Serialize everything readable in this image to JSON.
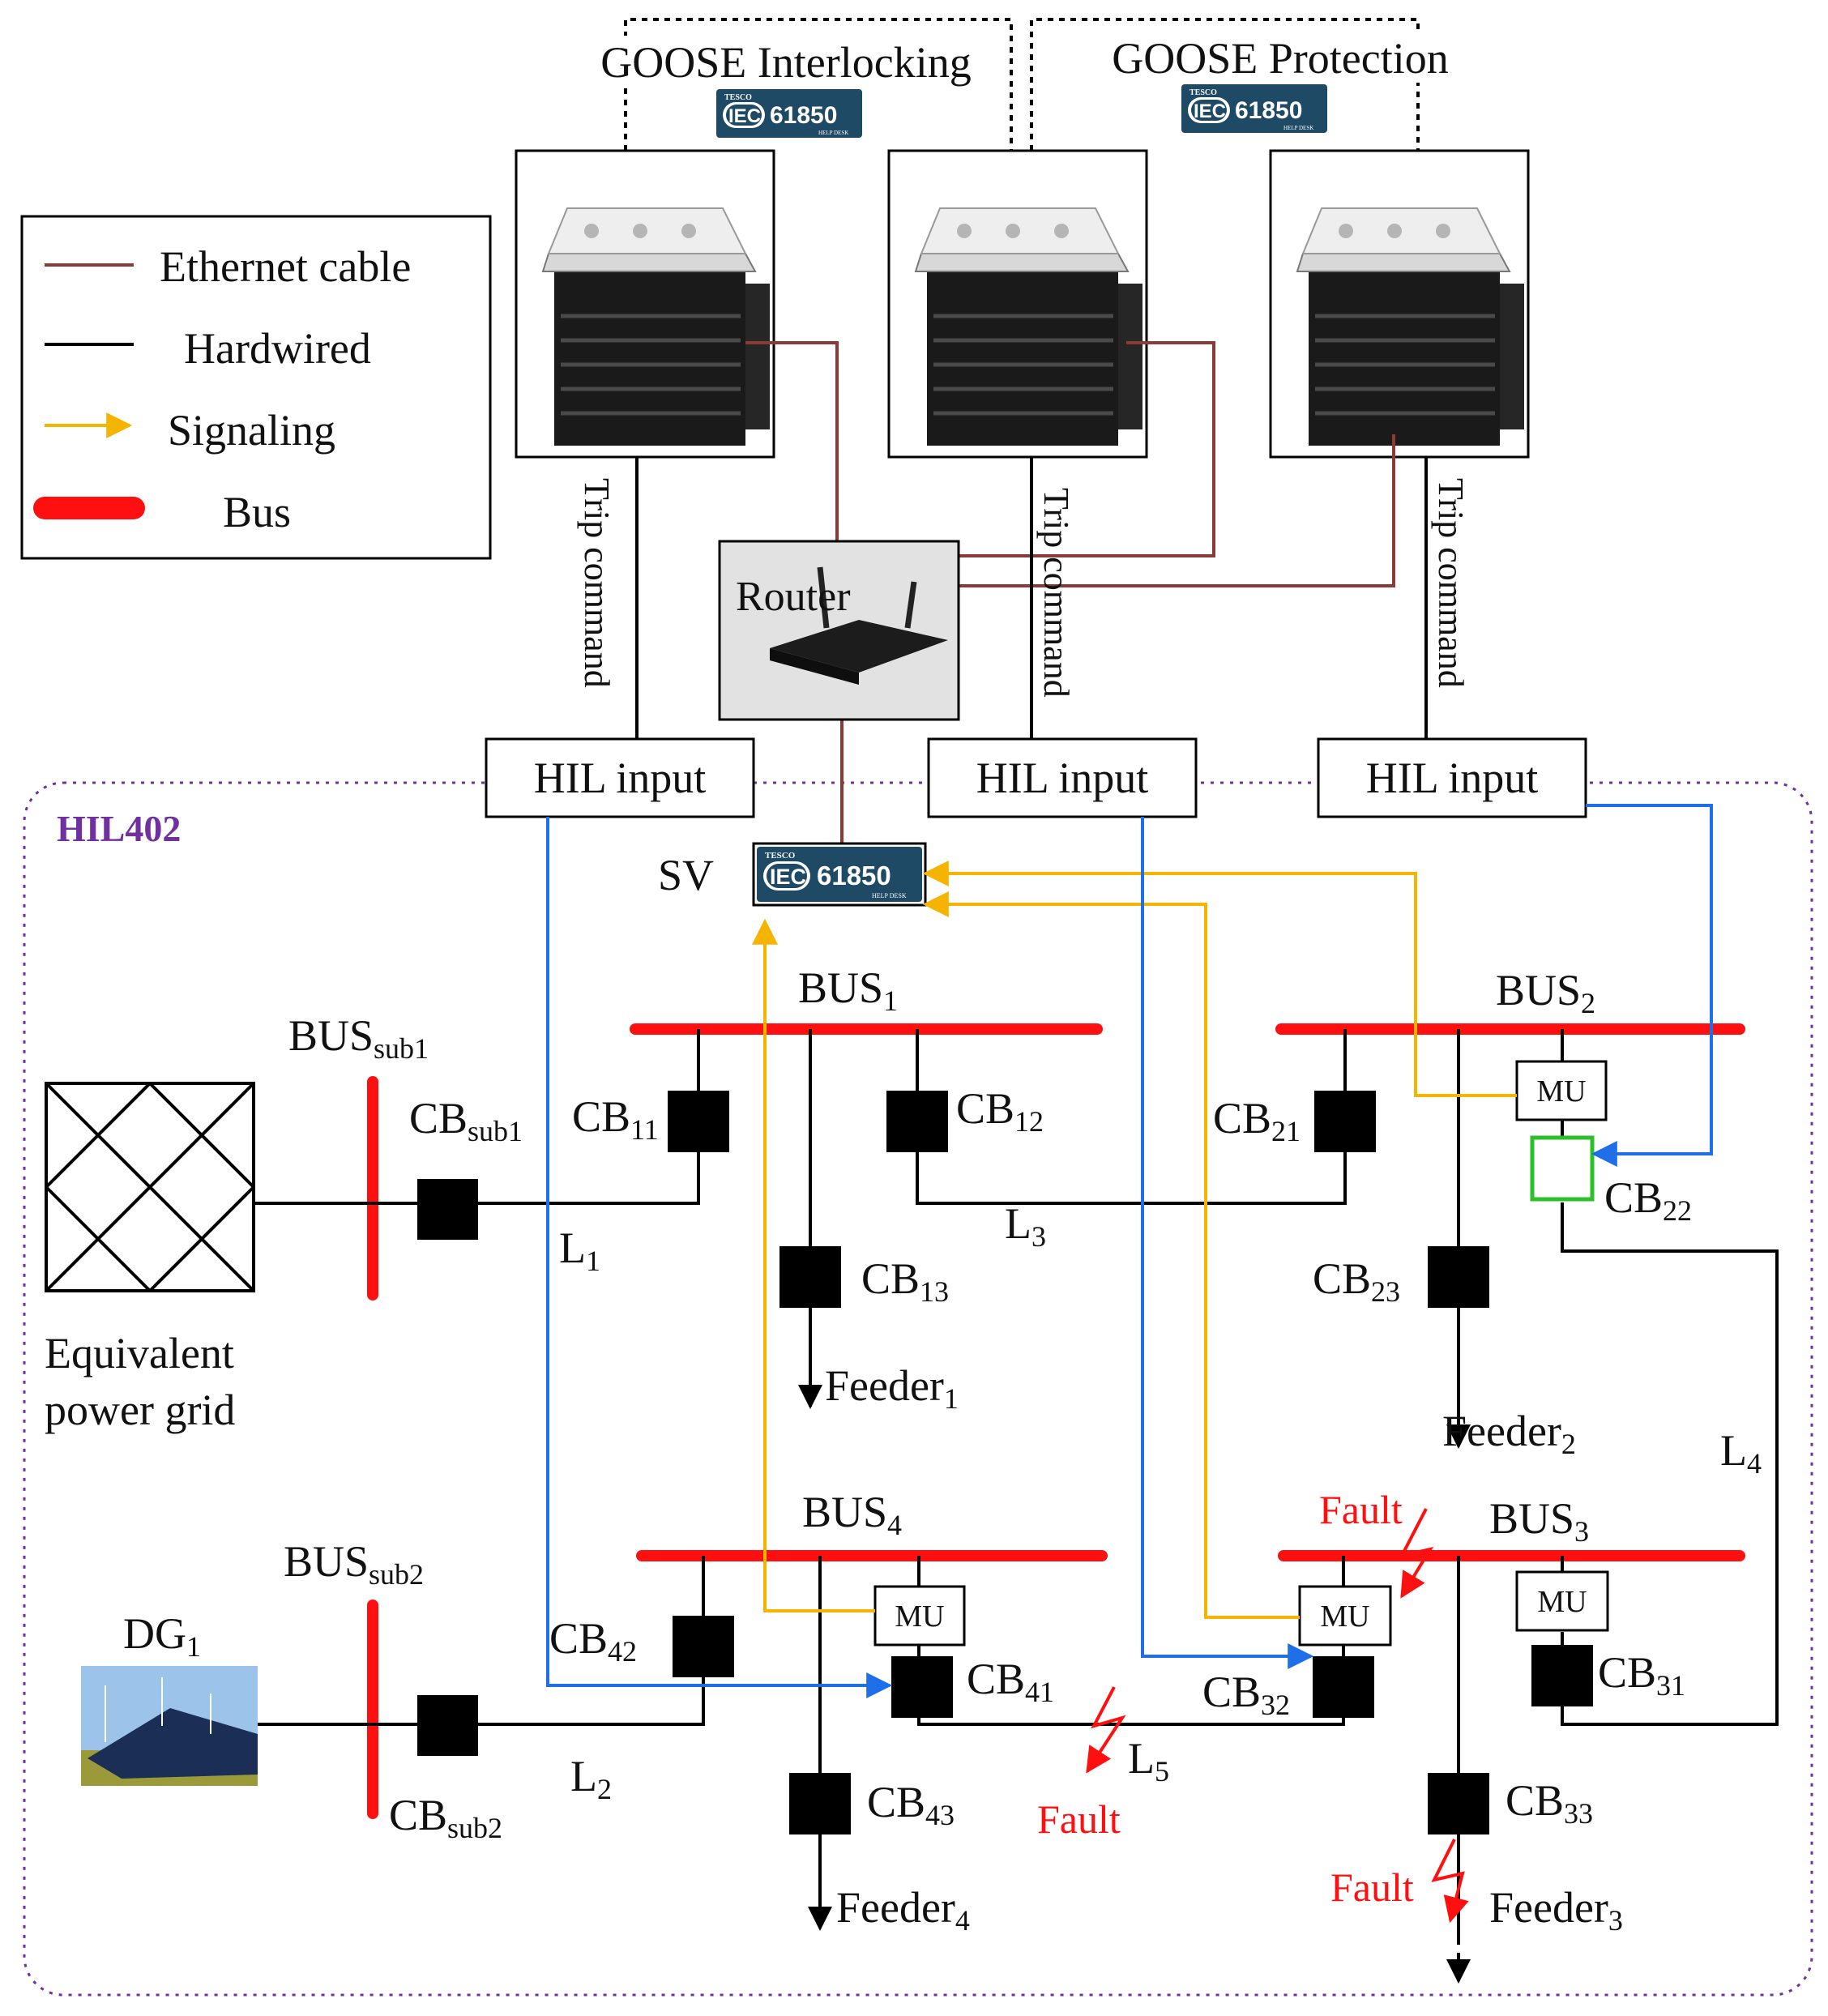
{
  "goose": {
    "interlocking": "GOOSE Interlocking",
    "protection": "GOOSE Protection",
    "badge_small": "TESCO",
    "badge_iec": "IEC",
    "badge_number": "61850",
    "badge_sub": "HELP DESK"
  },
  "legend": {
    "ethernet": "Ethernet cable",
    "hardwired": "Hardwired",
    "signaling": "Signaling",
    "bus": "Bus"
  },
  "trip_command": "Trip command",
  "router": "Router",
  "hil_input": "HIL input",
  "hil_box": "HIL402",
  "sv": "SV",
  "mu": "MU",
  "fault": "Fault",
  "grid": {
    "line1": "Equivalent",
    "line2": "power grid"
  },
  "dg": {
    "base": "DG",
    "sub": "1"
  },
  "buses": {
    "bus1": {
      "base": "BUS",
      "sub": "1"
    },
    "bus2": {
      "base": "BUS",
      "sub": "2"
    },
    "bus3": {
      "base": "BUS",
      "sub": "3"
    },
    "bus4": {
      "base": "BUS",
      "sub": "4"
    },
    "sub1": {
      "base": "BUS",
      "sub": "sub1"
    },
    "sub2": {
      "base": "BUS",
      "sub": "sub2"
    }
  },
  "breakers": {
    "sub1": {
      "base": "CB",
      "sub": "sub1"
    },
    "sub2": {
      "base": "CB",
      "sub": "sub2"
    },
    "cb11": {
      "base": "CB",
      "sub": "11"
    },
    "cb12": {
      "base": "CB",
      "sub": "12"
    },
    "cb13": {
      "base": "CB",
      "sub": "13"
    },
    "cb21": {
      "base": "CB",
      "sub": "21"
    },
    "cb22": {
      "base": "CB",
      "sub": "22"
    },
    "cb23": {
      "base": "CB",
      "sub": "23"
    },
    "cb31": {
      "base": "CB",
      "sub": "31"
    },
    "cb32": {
      "base": "CB",
      "sub": "32"
    },
    "cb33": {
      "base": "CB",
      "sub": "33"
    },
    "cb41": {
      "base": "CB",
      "sub": "41"
    },
    "cb42": {
      "base": "CB",
      "sub": "42"
    },
    "cb43": {
      "base": "CB",
      "sub": "43"
    }
  },
  "lines": {
    "l1": {
      "base": "L",
      "sub": "1"
    },
    "l2": {
      "base": "L",
      "sub": "2"
    },
    "l3": {
      "base": "L",
      "sub": "3"
    },
    "l4": {
      "base": "L",
      "sub": "4"
    },
    "l5": {
      "base": "L",
      "sub": "5"
    }
  },
  "feeders": {
    "f1": {
      "base": "Feeder",
      "sub": "1"
    },
    "f2": {
      "base": "Feeder",
      "sub": "2"
    },
    "f3": {
      "base": "Feeder",
      "sub": "3"
    },
    "f4": {
      "base": "Feeder",
      "sub": "4"
    }
  },
  "colors": {
    "ethernet": "#8b3a36",
    "hardwired": "#000000",
    "signaling": "#f5b400",
    "bus": "#ff1010",
    "blue": "#1e6fe8",
    "green": "#2bc02b",
    "fault": "#ff1010",
    "purple": "#7030a0"
  }
}
